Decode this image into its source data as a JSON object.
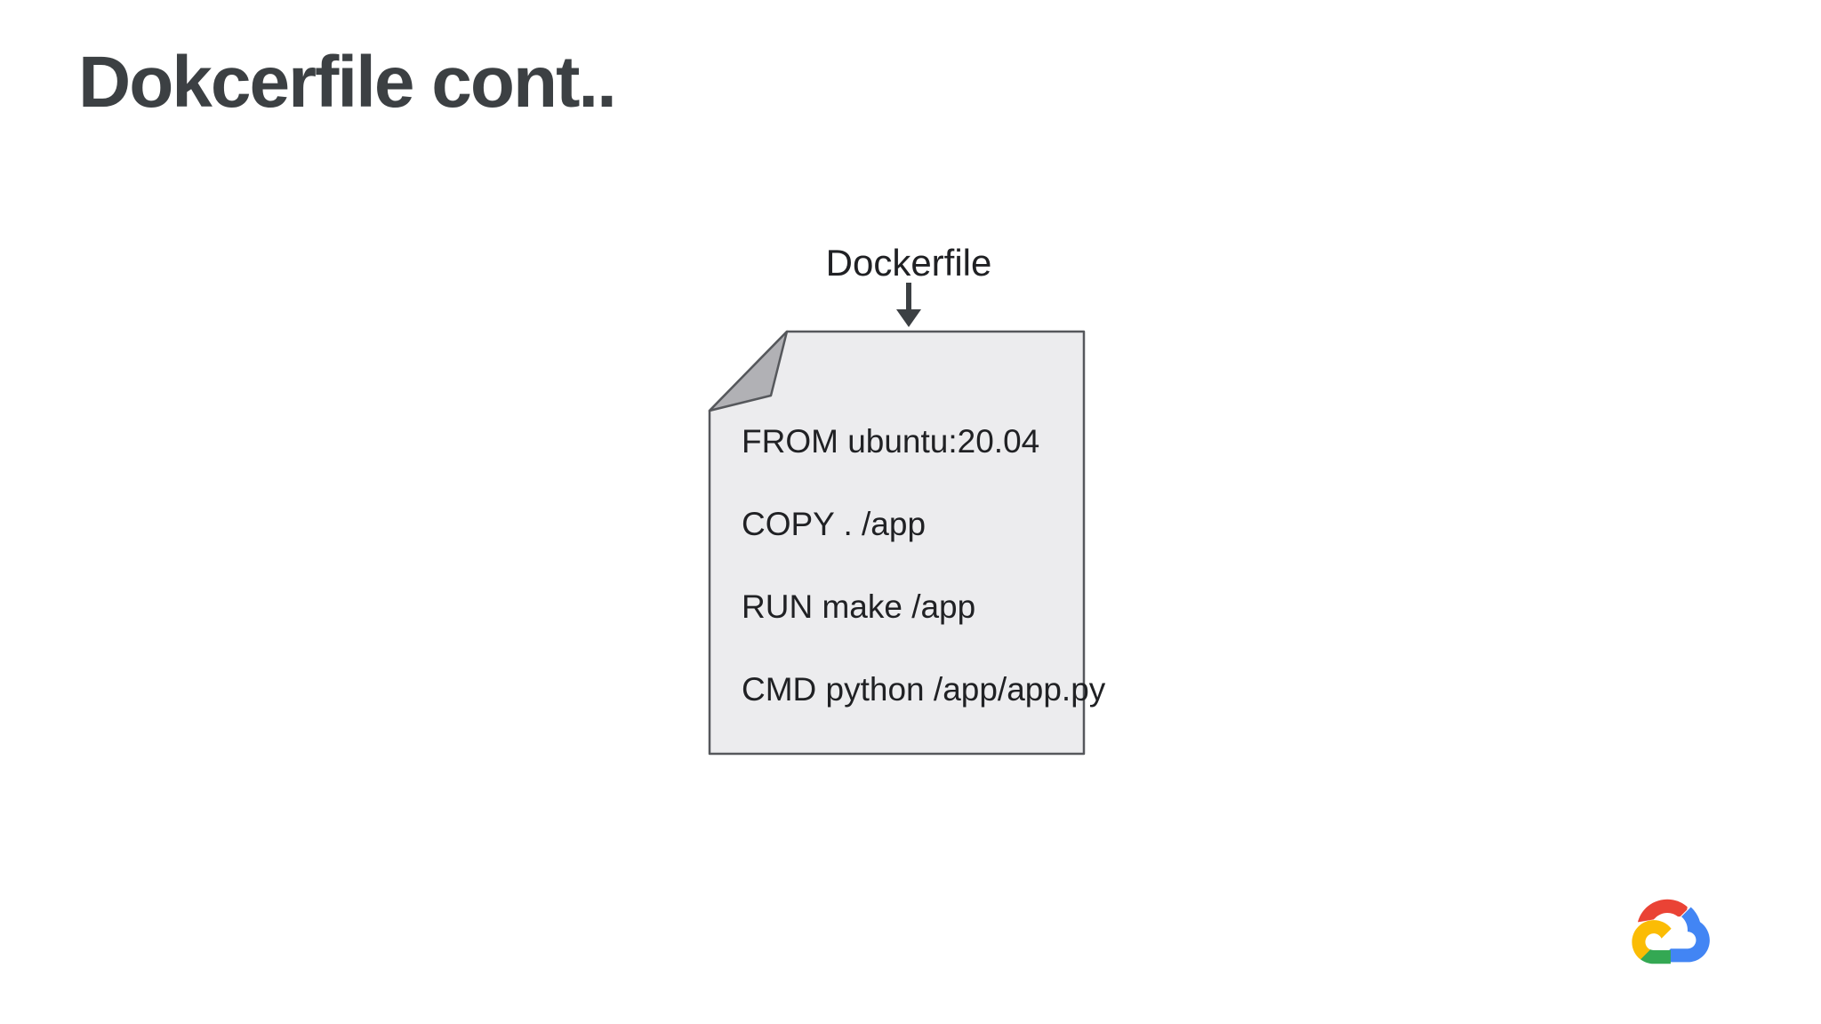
{
  "slide": {
    "title": "Dokcerfile cont.."
  },
  "diagram": {
    "label": "Dockerfile",
    "arrow_icon": "arrow-down-icon",
    "document": {
      "shape": "folded-corner-page",
      "lines": [
        "FROM ubuntu:20.04",
        "COPY . /app",
        "RUN make /app",
        "CMD python /app/app.py"
      ]
    }
  },
  "branding": {
    "logo": "google-cloud-logo"
  },
  "colors": {
    "title": "#3c4043",
    "text": "#202124",
    "doc_fill": "#ececee",
    "doc_border": "#56585c",
    "fold_fill": "#b1b1b5",
    "arrow": "#3c4043",
    "background": "#ffffff",
    "logo_red": "#ea4335",
    "logo_blue": "#4285f4",
    "logo_green": "#34a853",
    "logo_yellow": "#fbbc05"
  }
}
